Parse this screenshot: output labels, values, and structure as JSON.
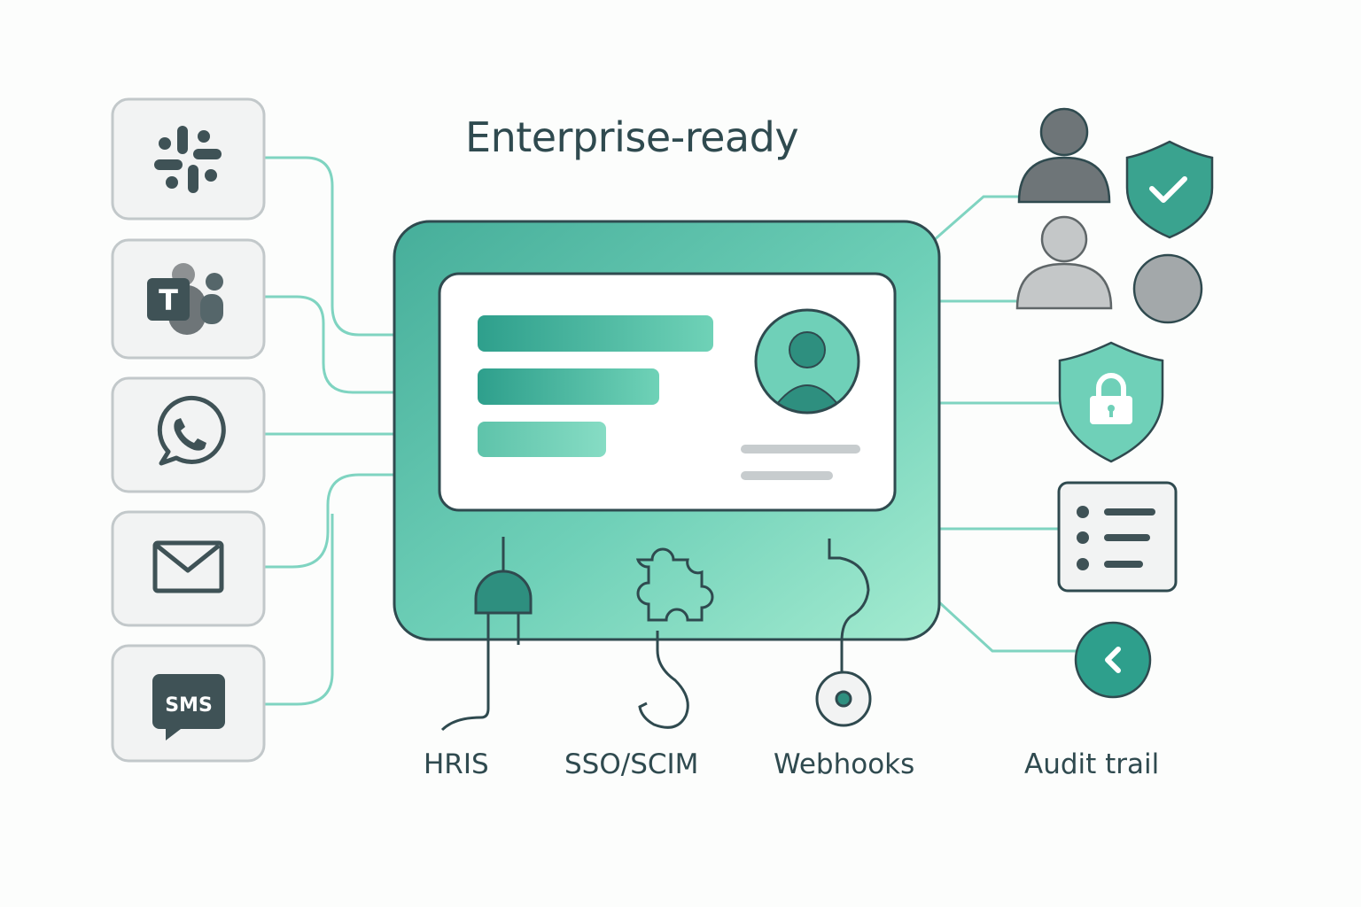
{
  "title": "Enterprise-ready",
  "channels": {
    "sms_icon_text": "SMS",
    "icons": [
      "slack-icon",
      "teams-icon",
      "whatsapp-icon",
      "mail-icon",
      "sms-icon"
    ]
  },
  "team_icon_letter": "T",
  "integrations": [
    "HRIS",
    "SSO/SCIM",
    "Webhooks",
    "Audit trail"
  ],
  "colors": {
    "accent": "#3fae98",
    "accent_dark": "#2a8c7c",
    "accent_light": "#8ddfc1",
    "line": "#7fd4c1",
    "tile_bg": "#f2f3f3",
    "tile_border": "#c2c8ca",
    "icon_dark": "#3f5256",
    "gray": "#8e9193"
  }
}
